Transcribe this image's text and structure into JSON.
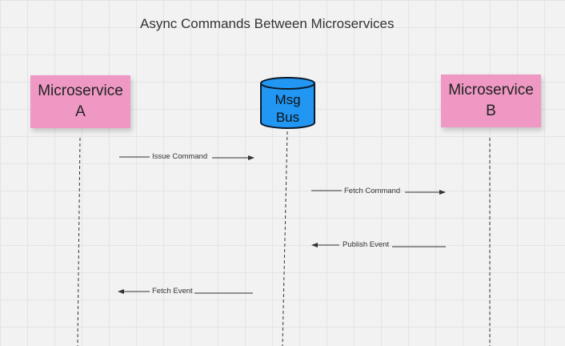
{
  "diagram": {
    "title": "Async Commands Between Microservices",
    "colors": {
      "sticky": "#ee98c3",
      "bus_fill": "#2196f3",
      "bus_stroke": "#0d1b2a",
      "line": "#333333"
    },
    "participants": {
      "a": {
        "label": "Microservice\nA"
      },
      "bus": {
        "label": "Msg\nBus"
      },
      "b": {
        "label": "Microservice\nB"
      }
    },
    "messages": [
      {
        "label": "Issue Command",
        "from": "a",
        "to": "bus"
      },
      {
        "label": "Fetch Command",
        "from": "bus",
        "to": "b"
      },
      {
        "label": "Publish Event",
        "from": "b",
        "to": "bus"
      },
      {
        "label": "Fetch Event",
        "from": "bus",
        "to": "a"
      }
    ]
  }
}
